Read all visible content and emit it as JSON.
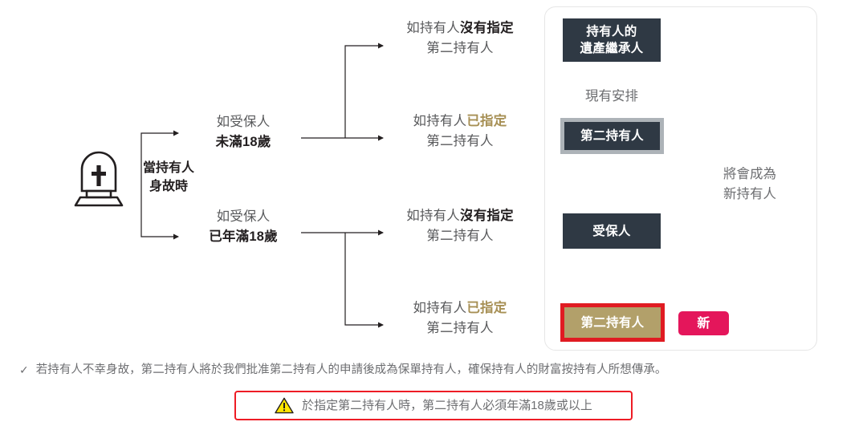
{
  "diagram": {
    "origin": {
      "icon": "tombstone-icon",
      "label_line1": "當持有人",
      "label_line2": "身故時"
    },
    "branches": [
      {
        "id": "insured-under-18",
        "line1": "如受保人",
        "line2": "未滿18歲",
        "line2_bold": true
      },
      {
        "id": "insured-over-18",
        "line1": "如受保人",
        "line2": "已年滿18歲",
        "line2_bold": true
      }
    ],
    "outcomes": [
      {
        "id": "under18-no-contingent-owner",
        "line1_plain": "如持有人",
        "line1_emphasis": "沒有指定",
        "emphasis_style": "bold-dark",
        "line2": "第二持有人"
      },
      {
        "id": "under18-has-contingent-owner",
        "line1_plain": "如持有人",
        "line1_emphasis": "已指定",
        "emphasis_style": "gold",
        "line2": "第二持有人"
      },
      {
        "id": "over18-no-contingent-owner",
        "line1_plain": "如持有人",
        "line1_emphasis": "沒有指定",
        "emphasis_style": "bold-dark",
        "line2": "第二持有人"
      },
      {
        "id": "over18-has-contingent-owner",
        "line1_plain": "如持有人",
        "line1_emphasis": "已指定",
        "emphasis_style": "gold",
        "line2": "第二持有人"
      }
    ]
  },
  "panel": {
    "badges": [
      {
        "id": "estate-heir",
        "line1": "持有人的",
        "line2": "遺產繼承人",
        "style": "dark"
      },
      {
        "id": "contingent-owner-existing",
        "line1": "第二持有人",
        "line2": "",
        "style": "dark-silver-ring"
      },
      {
        "id": "insured-person",
        "line1": "受保人",
        "line2": "",
        "style": "dark"
      },
      {
        "id": "contingent-owner-highlight",
        "line1": "第二持有人",
        "line2": "",
        "style": "gold-red-ring"
      }
    ],
    "new_badge": "新",
    "notes": [
      {
        "id": "existing-arrangement",
        "text": "現有安排"
      },
      {
        "id": "will-become-new-owner-line1",
        "text": "將會成為"
      },
      {
        "id": "will-become-new-owner-line2",
        "text": "新持有人"
      }
    ]
  },
  "footer": {
    "checkmark": "✓",
    "note": "若持有人不幸身故，第二持有人將於我們批准第二持有人的申請後成為保單持有人，確保持有人的財富按持有人所想傳承。",
    "warning_icon": "warning-triangle-icon",
    "warning": "於指定第二持有人時，第二持有人必須年滿18歲或以上"
  },
  "colors": {
    "text_gray": "#6d6e71",
    "text_dark": "#231f20",
    "gold": "#a79055",
    "badge_dark": "#2f3944",
    "badge_gold": "#b2a06a",
    "silver_ring": "#adb3b8",
    "red": "#ee1c25",
    "new_pill": "#e4165b",
    "panel_border": "#e6e6e6"
  }
}
